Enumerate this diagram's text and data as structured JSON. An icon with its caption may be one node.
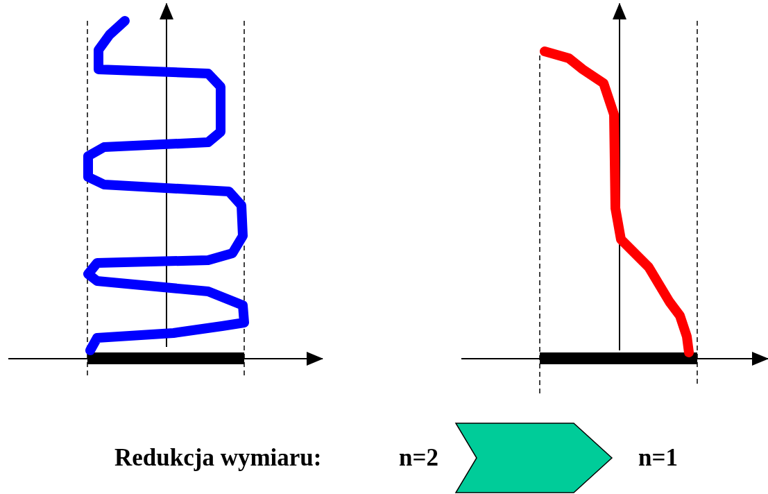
{
  "diagram": {
    "nodes": [
      {
        "text": [
          "n=2"
        ]
      },
      {
        "text": [
          "n=1"
        ]
      }
    ],
    "edges": [
      {
        "from": 0,
        "to": 1,
        "arrow": "to"
      }
    ],
    "labels": [
      "Redukcja wymiaru:"
    ]
  }
}
